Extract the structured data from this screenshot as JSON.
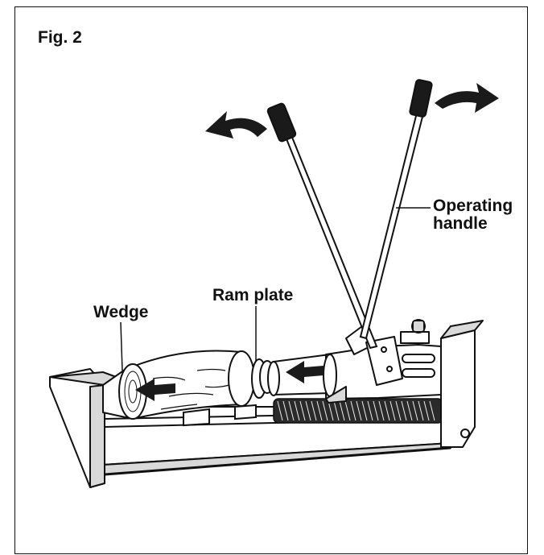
{
  "figure": {
    "title": "Fig. 2",
    "labels": {
      "operating_handle_line1": "Operating",
      "operating_handle_line2": "handle",
      "ram_plate": "Ram plate",
      "wedge": "Wedge"
    }
  },
  "colors": {
    "line": "#111111",
    "fill": "#ffffff",
    "shade": "#d9d9d9",
    "dark": "#1a1a1a"
  }
}
